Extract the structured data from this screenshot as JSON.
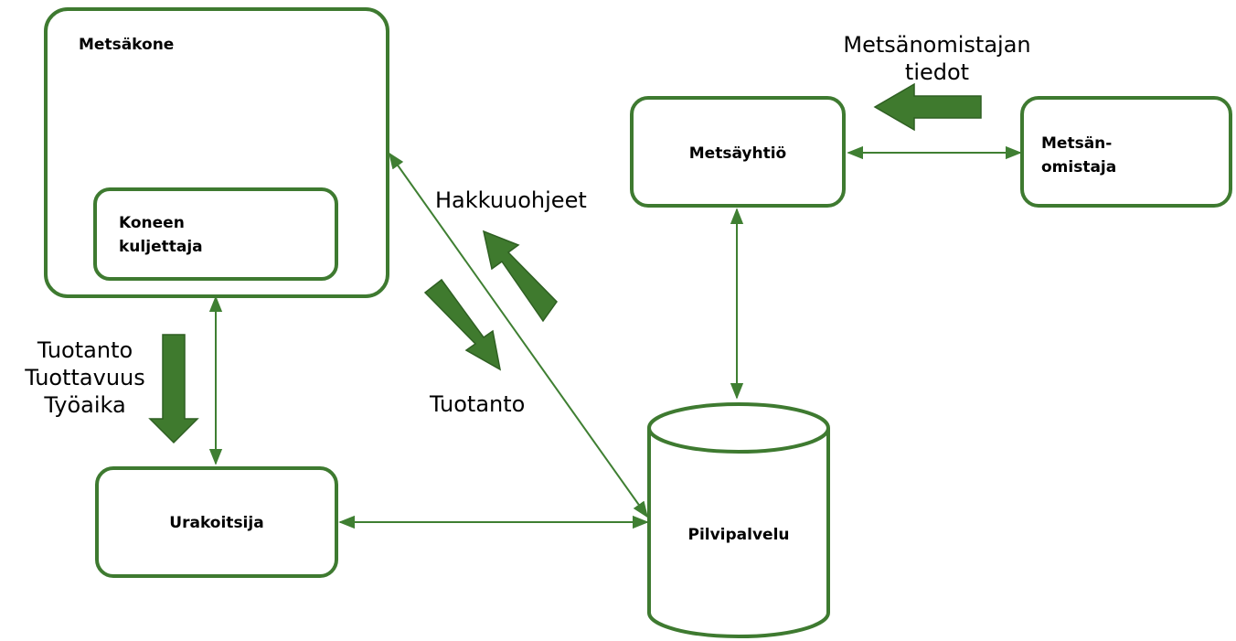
{
  "colors": {
    "green": "#3e7a30",
    "arrow_fill": "#3f7a2e",
    "arrow_stroke": "#2e5f22",
    "line": "#3f7f32"
  },
  "nodes": {
    "metsakone": {
      "label": "Metsäkone"
    },
    "kuljettaja": {
      "label_line1": "Koneen",
      "label_line2": "kuljettaja"
    },
    "urakoitsija": {
      "label": "Urakoitsija"
    },
    "metsayhtio": {
      "label": "Metsäyhtiö"
    },
    "metsanomistaja": {
      "label_line1": "Metsän-",
      "label_line2": "omistaja"
    },
    "pilvipalvelu": {
      "label": "Pilvipalvelu"
    }
  },
  "flow_labels": {
    "owner_info_line1": "Metsänomistajan",
    "owner_info_line2": "tiedot",
    "hakkuuohjeet": "Hakkuuohjeet",
    "tuotanto_cloud": "Tuotanto",
    "contractor_line1": "Tuotanto",
    "contractor_line2": "Tuottavuus",
    "contractor_line3": "Työaika"
  },
  "icons": [
    "forest-machine-image",
    "person-3d-icon"
  ]
}
